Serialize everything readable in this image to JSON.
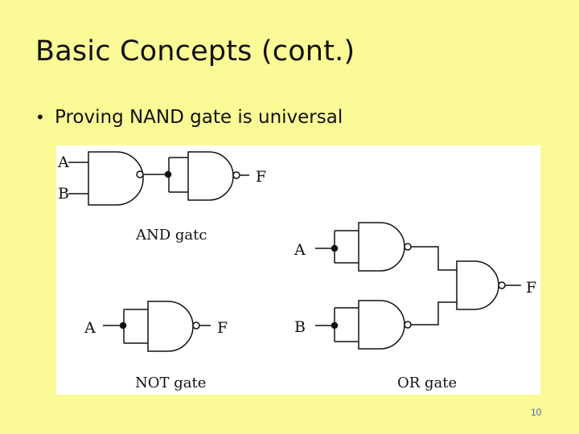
{
  "slide": {
    "title": "Basic Concepts (cont.)",
    "bullet": "Proving NAND gate is universal",
    "page_number": "10",
    "background_color": "#fafa96"
  },
  "diagram": {
    "and_circuit": {
      "input_a": "A",
      "input_b": "B",
      "output": "F",
      "caption": "AND gatc"
    },
    "not_circuit": {
      "input": "A",
      "output": "F",
      "caption": "NOT gate"
    },
    "or_circuit": {
      "input_a": "A",
      "input_b": "B",
      "output": "F",
      "caption": "OR gate"
    }
  }
}
